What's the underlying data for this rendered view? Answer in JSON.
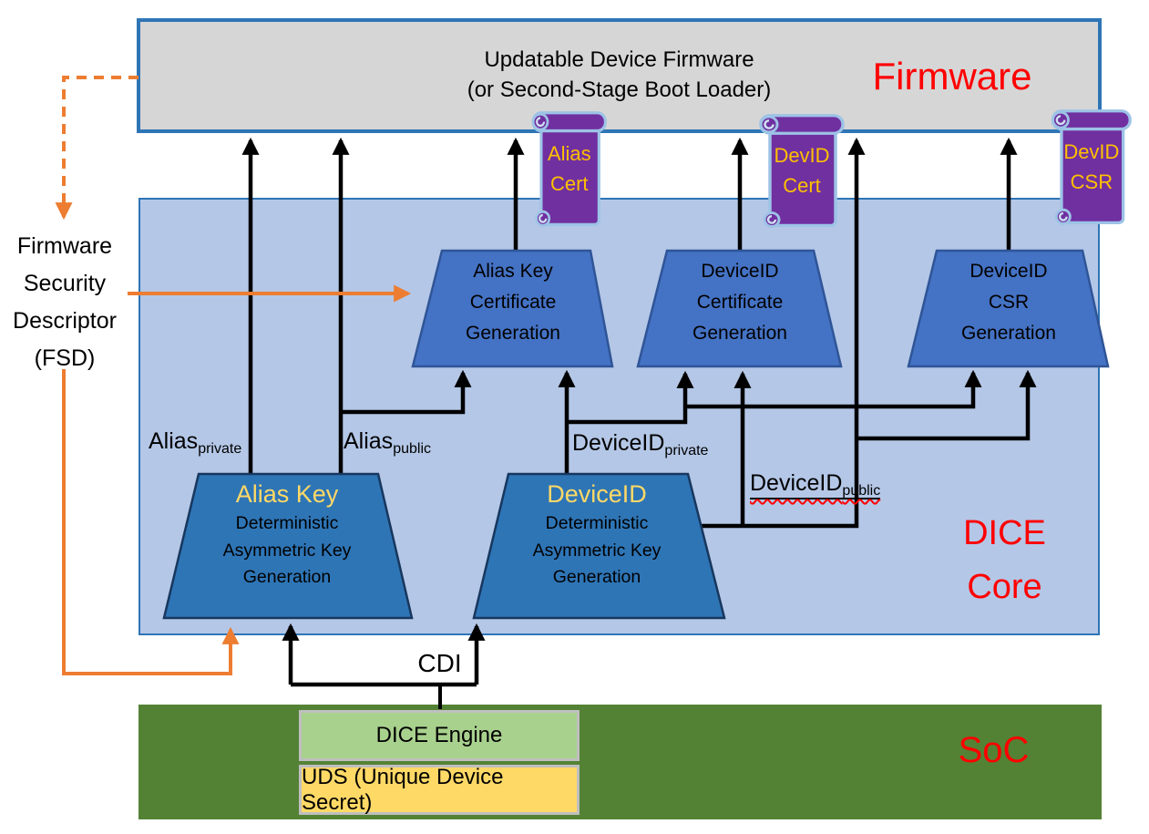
{
  "firmware": {
    "title_line1": "Updatable Device Firmware",
    "title_line2": "(or Second-Stage Boot Loader)",
    "region_label": "Firmware"
  },
  "dice_core": {
    "label_l1": "DICE",
    "label_l2": "Core"
  },
  "soc": {
    "region_label": "SoC",
    "dice_engine": "DICE Engine",
    "uds": "UDS (Unique Device Secret)"
  },
  "fsd": {
    "l1": "Firmware",
    "l2": "Security",
    "l3": "Descriptor",
    "l4": "(FSD)"
  },
  "certs": {
    "alias_cert": {
      "l1": "Alias",
      "l2": "Cert"
    },
    "devid_cert": {
      "l1": "DevID",
      "l2": "Cert"
    },
    "devid_csr": {
      "l1": "DevID",
      "l2": "CSR"
    }
  },
  "generators": {
    "alias_cert_gen": {
      "l1": "Alias Key",
      "l2": "Certificate",
      "l3": "Generation"
    },
    "devid_cert_gen": {
      "l1": "DeviceID",
      "l2": "Certificate",
      "l3": "Generation"
    },
    "devid_csr_gen": {
      "l1": "DeviceID",
      "l2": "CSR",
      "l3": "Generation"
    },
    "alias_key_gen": {
      "title": "Alias Key",
      "b1": "Deterministic",
      "b2": "Asymmetric Key",
      "b3": "Generation"
    },
    "deviceid_gen": {
      "title": "DeviceID",
      "b1": "Deterministic",
      "b2": "Asymmetric Key",
      "b3": "Generation"
    }
  },
  "key_labels": {
    "alias_private": {
      "main": "Alias",
      "sub": "private"
    },
    "alias_public": {
      "main": "Alias",
      "sub": "public"
    },
    "deviceid_private": {
      "main": "DeviceID",
      "sub": "private"
    },
    "deviceid_public": {
      "main": "DeviceID",
      "sub": "public"
    }
  },
  "cdi_label": "CDI",
  "colors": {
    "region_label_red": "#FF0000",
    "firmware_fill": "#D6D6D6",
    "firmware_border": "#2E75B6",
    "dice_core_fill": "#B4C7E7",
    "soc_fill": "#548235",
    "dice_engine_fill": "#A9D18E",
    "uds_fill": "#FFD966",
    "trapezoid_top_fill": "#4472C4",
    "trapezoid_bottom_fill": "#2E75B6",
    "scroll_fill": "#7030A0",
    "scroll_outline": "#9DC3E6",
    "scroll_text": "#FFC000",
    "gen_title_gold": "#FFD966",
    "arrow_black": "#000000",
    "arrow_orange": "#ED7D31"
  }
}
